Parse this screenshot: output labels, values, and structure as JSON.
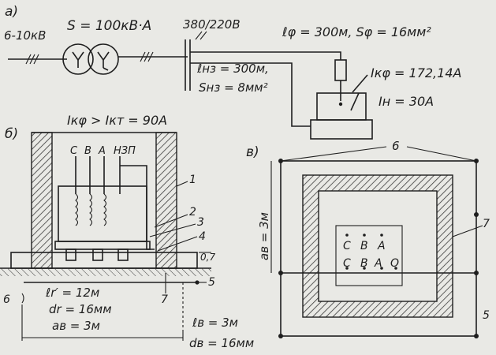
{
  "panel_a": {
    "label": "а)",
    "hv_voltage": "6-10кВ",
    "transformer_power": "S = 100кВ·А",
    "lv_voltage": "380/220В",
    "phase_conductor": "ℓφ = 300м, Sφ = 16мм²",
    "neutral_length": "ℓнз = 300м,",
    "neutral_section": "Sнз = 8мм²",
    "fault_current": "Iкφ = 172,14А",
    "nominal_current": "Iн = 30А"
  },
  "panel_b": {
    "label": "б)",
    "condition": "Iкφ > Iкт = 90А",
    "phases": [
      "С",
      "В",
      "А",
      "НЗП"
    ],
    "callouts": [
      "1",
      "2",
      "3",
      "4",
      "5",
      "6",
      "7"
    ],
    "height_mark": "0,7",
    "rod_length": "ℓr′ = 12м",
    "rod_diameter": "dr = 16мм",
    "spacing": "aв = 3м",
    "vert_length": "ℓв = 3м",
    "vert_diameter": "dв = 16мм"
  },
  "panel_c": {
    "label": "в)",
    "callouts": [
      "6",
      "7",
      "5"
    ],
    "side": "aв = 3м",
    "row1": [
      "С",
      "В",
      "А"
    ],
    "row2": [
      "С",
      "В",
      "А",
      "О"
    ]
  }
}
